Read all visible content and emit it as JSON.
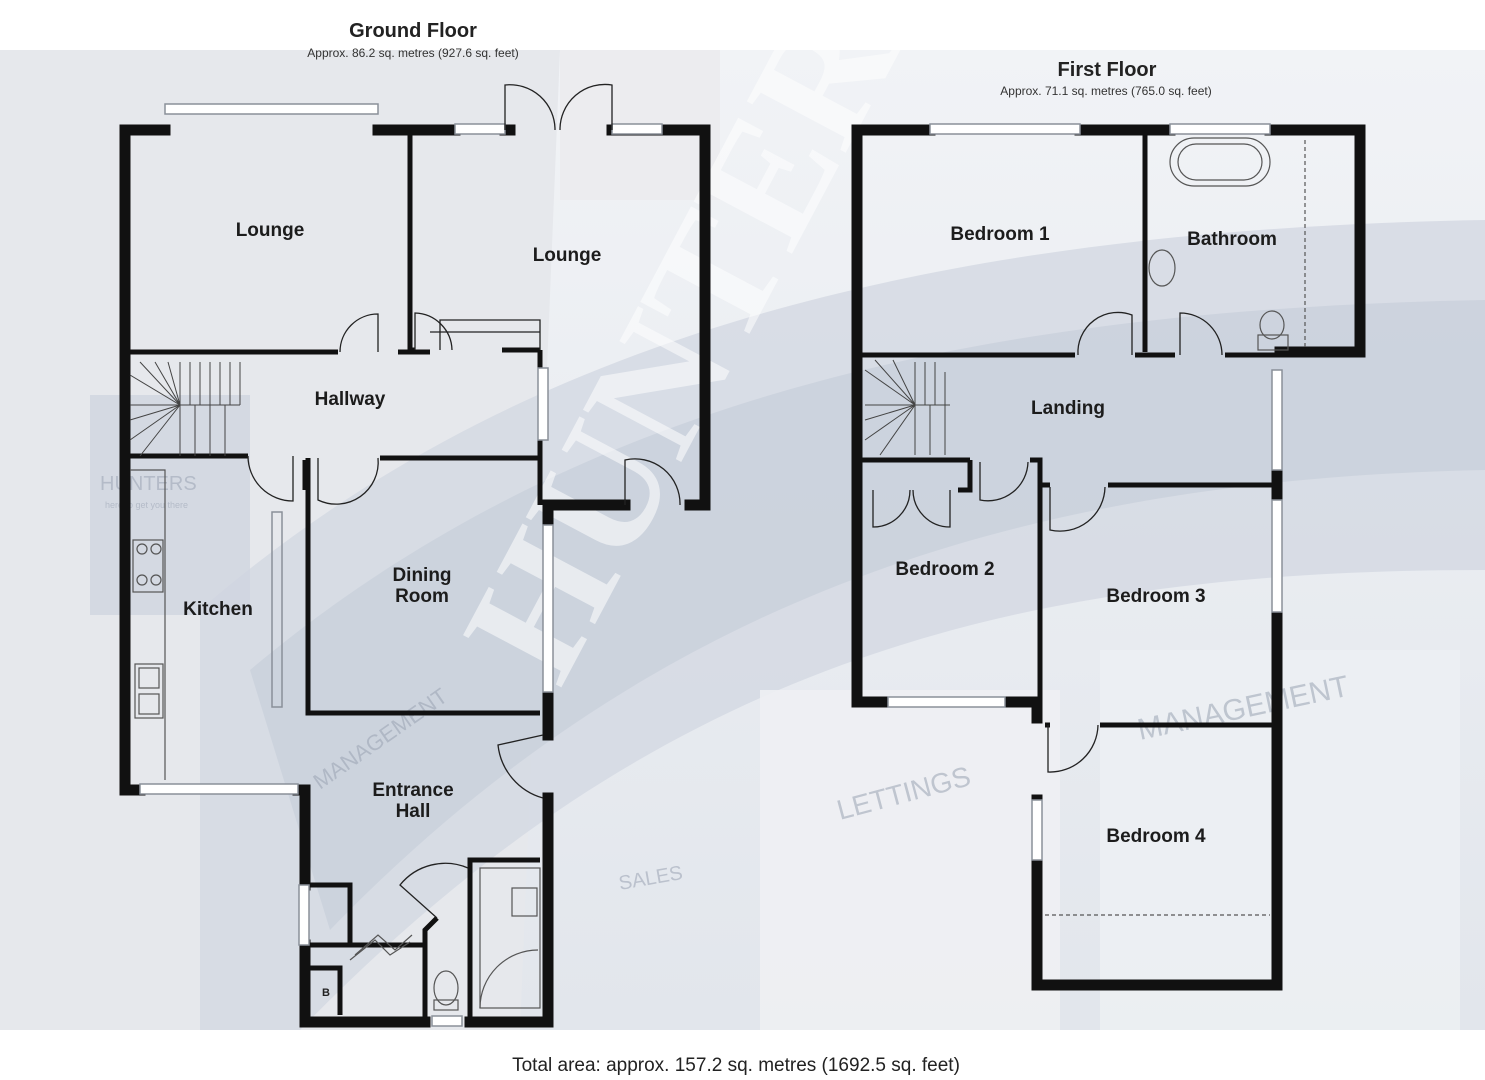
{
  "ground_floor": {
    "title": "Ground Floor",
    "area": "Approx. 86.2 sq. metres (927.6 sq. feet)",
    "rooms": {
      "lounge_left": "Lounge",
      "lounge_right": "Lounge",
      "hallway": "Hallway",
      "kitchen": "Kitchen",
      "dining_line1": "Dining",
      "dining_line2": "Room",
      "entrance_line1": "Entrance",
      "entrance_line2": "Hall"
    },
    "fixtures": {
      "boiler": "B"
    }
  },
  "first_floor": {
    "title": "First Floor",
    "area": "Approx. 71.1 sq. metres (765.0 sq. feet)",
    "rooms": {
      "bedroom1": "Bedroom 1",
      "bathroom": "Bathroom",
      "landing": "Landing",
      "bedroom2": "Bedroom 2",
      "bedroom3": "Bedroom 3",
      "bedroom4": "Bedroom 4"
    }
  },
  "watermark": {
    "brand": "HUNTERS",
    "sign_brand": "HUNTERS",
    "sign_tagline": "here to get you there",
    "words": [
      "MANAGEMENT",
      "LETTINGS",
      "SALES",
      "MANAGEMENT"
    ]
  },
  "total_area": "Total area: approx. 157.2 sq. metres (1692.5 sq. feet)",
  "colors": {
    "wall": "#111111",
    "photo_tint": "#dfe3ea",
    "window": "#bfc5cc"
  }
}
